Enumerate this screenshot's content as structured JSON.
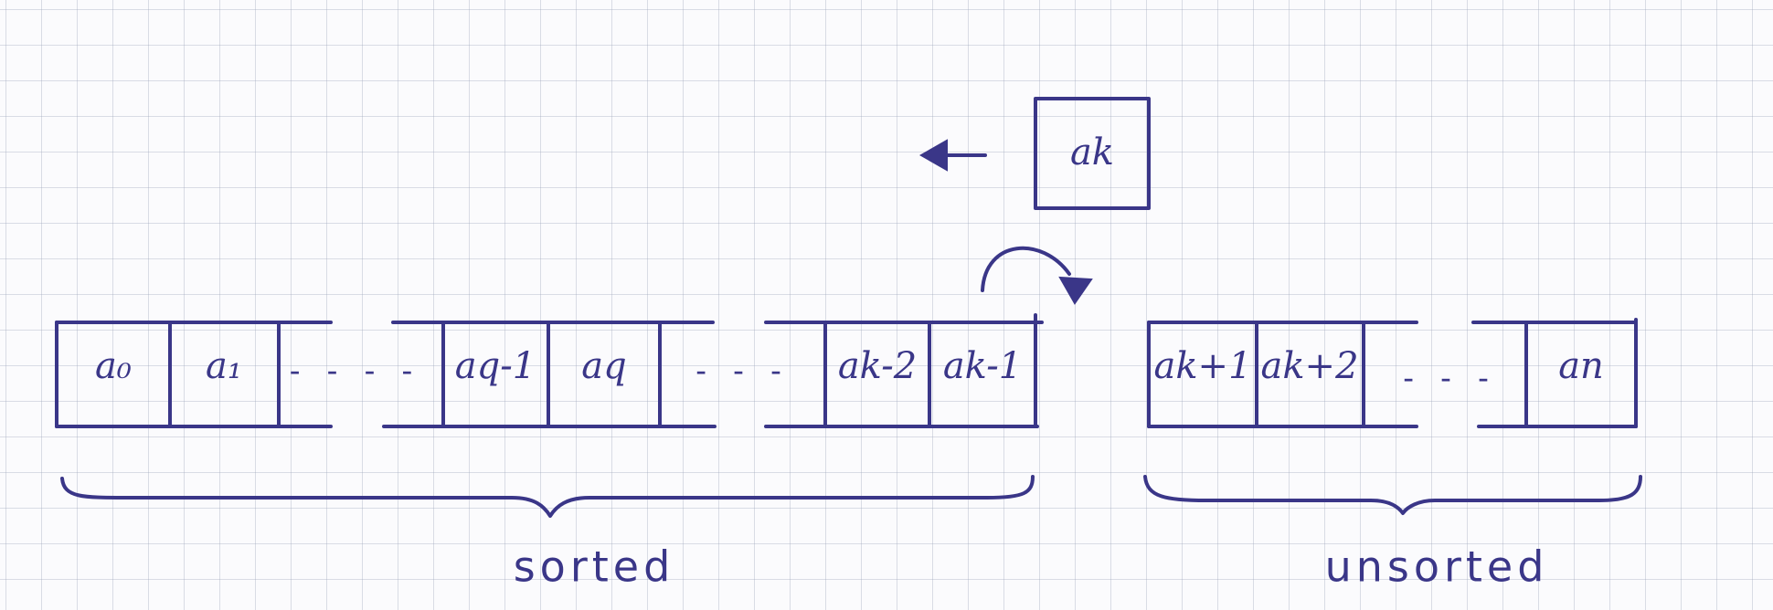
{
  "sorted": {
    "cells": [
      "a₀",
      "a₁",
      "aq-1",
      "aq",
      "ak-2",
      "ak-1"
    ],
    "gaps": [
      "- - - -",
      "- - -"
    ],
    "label": "sorted"
  },
  "unsorted": {
    "cells": [
      "ak+1",
      "ak+2",
      "an"
    ],
    "gaps": [
      "- - -"
    ],
    "label": "unsorted"
  },
  "current": {
    "label": "ak"
  },
  "colors": {
    "ink": "#3a3688",
    "grid": "#a0a8be",
    "paper": "#fbfbfd"
  },
  "icons": [
    "left-arrow-icon",
    "curved-arrow-icon"
  ]
}
